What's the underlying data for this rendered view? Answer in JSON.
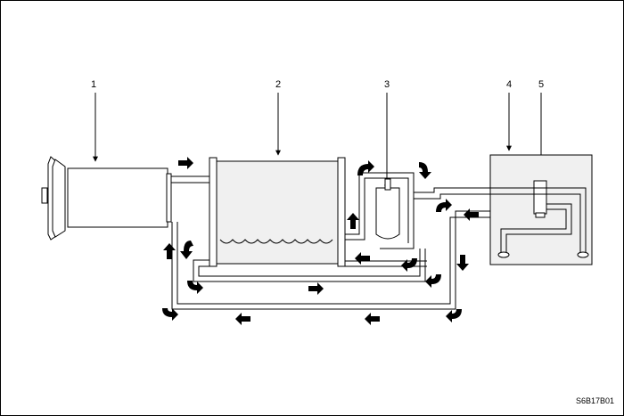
{
  "callouts": {
    "c1": "1",
    "c2": "2",
    "c3": "3",
    "c4": "4",
    "c5": "5"
  },
  "figure_code": "S6B17B01",
  "colors": {
    "line": "#000000",
    "shade": "#f0f0f0",
    "background": "#ffffff"
  }
}
